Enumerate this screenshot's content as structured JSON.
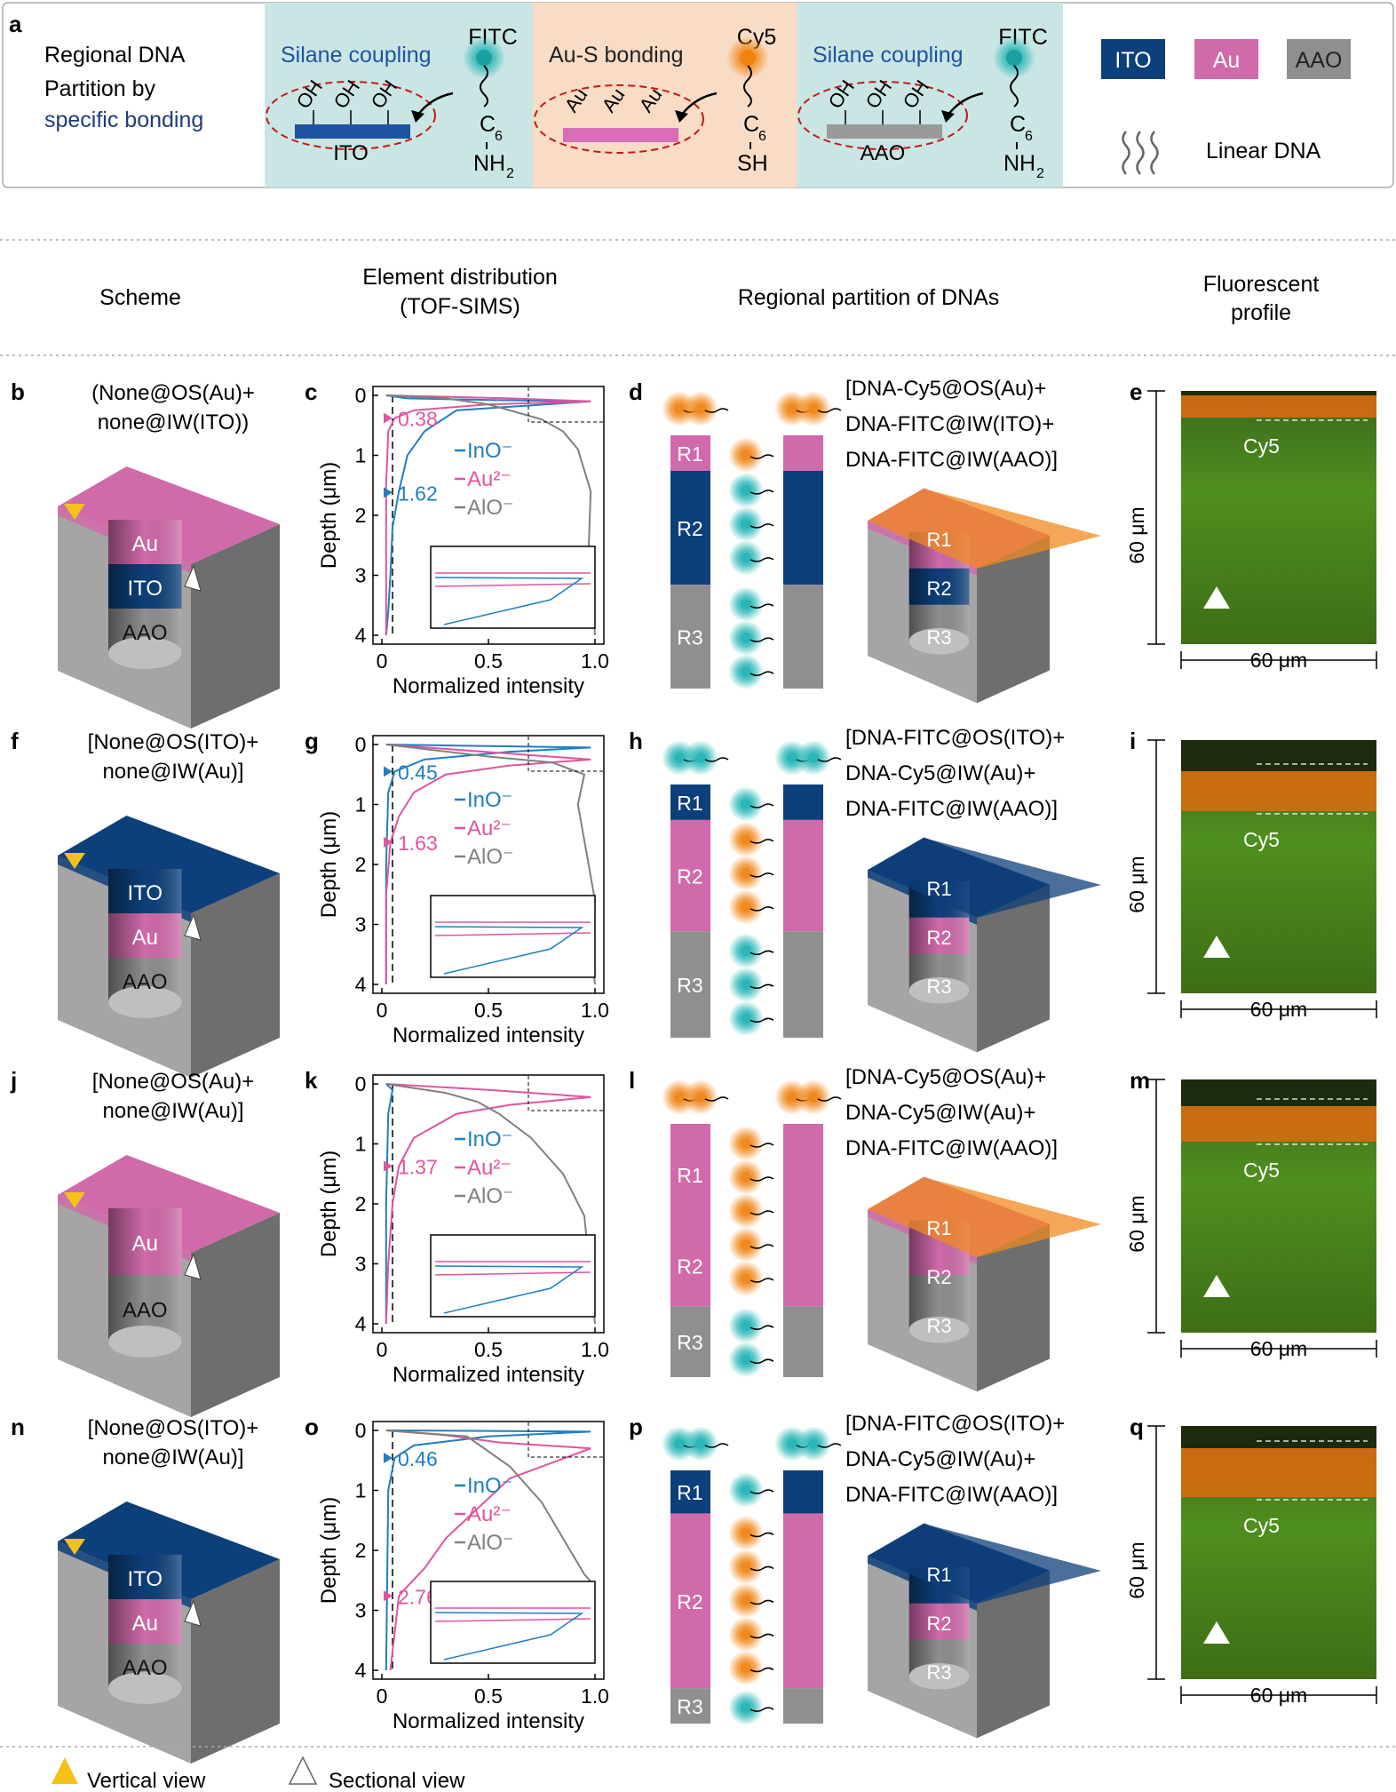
{
  "panel_a": {
    "label": "a",
    "intro": [
      "Regional DNA",
      "Partition by",
      "specific bonding"
    ],
    "sections": [
      {
        "title": "Silane coupling",
        "dye": "FITC",
        "groups": [
          "OH",
          "OH",
          "OH"
        ],
        "substrate": "ITO",
        "linker_c": "C",
        "linker_sub": "6",
        "end": "NH",
        "end_sub": "2",
        "color": "#c9e6e4",
        "bar": "#1e53a0",
        "dye_color": "#1aa0a0"
      },
      {
        "title": "Au-S bonding",
        "dye": "Cy5",
        "groups": [
          "Au",
          "Au",
          "Au"
        ],
        "substrate": "",
        "linker_c": "C",
        "linker_sub": "6",
        "end": "SH",
        "end_sub": "",
        "color": "#f9dcc5",
        "bar": "#d96db7",
        "dye_color": "#f0820e"
      },
      {
        "title": "Silane coupling",
        "dye": "FITC",
        "groups": [
          "OH",
          "OH",
          "OH"
        ],
        "substrate": "AAO",
        "linker_c": "C",
        "linker_sub": "6",
        "end": "NH",
        "end_sub": "2",
        "color": "#c9e6e4",
        "bar": "#999999",
        "dye_color": "#1aa0a0"
      }
    ],
    "legend": {
      "ito": "ITO",
      "au": "Au",
      "aao": "AAO",
      "linear_dna": "Linear DNA"
    }
  },
  "headers": {
    "scheme": "Scheme",
    "element_1": "Element distribution",
    "element_2": "(TOF-SIMS)",
    "regional": "Regional partition of DNAs",
    "fluor_1": "Fluorescent",
    "fluor_2": "profile"
  },
  "colors": {
    "ito": "#0d3f7a",
    "au": "#d06aaa",
    "aao": "#8f8f8f",
    "cy5": "#f08a1e",
    "fitc": "#2bb7b7",
    "ino_line": "#1f7fc0",
    "au_line": "#e0559e",
    "alo_line": "#808080"
  },
  "rows": [
    {
      "scheme_label": "b",
      "scheme_title": [
        "(None@OS(Au)+",
        "none@IW(ITO))"
      ],
      "scheme_layers": [
        "Au",
        "ITO",
        "AAO"
      ],
      "chart_label": "c",
      "chart_data": {
        "type": "line",
        "xlabel": "Normalized intensity",
        "ylabel": "Depth (μm)",
        "xlim": [
          0,
          1.0
        ],
        "ylim": [
          0,
          4
        ],
        "xticks": [
          "0",
          "0.5",
          "1.0"
        ],
        "yticks": [
          "0",
          "1",
          "2",
          "3",
          "4"
        ],
        "series": [
          {
            "name": "InO⁻",
            "x": [
              0.02,
              0.12,
              0.55,
              0.98,
              0.35,
              0.2,
              0.12,
              0.08,
              0.05,
              0.04,
              0.03,
              0.02
            ],
            "y": [
              0,
              0.05,
              0.08,
              0.1,
              0.25,
              0.6,
              1.0,
              1.6,
              2.2,
              3.0,
              3.6,
              4.0
            ]
          },
          {
            "name": "Au²⁻",
            "x": [
              0.02,
              0.6,
              0.98,
              0.5,
              0.15,
              0.06,
              0.03,
              0.02,
              0.02,
              0.02
            ],
            "y": [
              0,
              0.05,
              0.1,
              0.15,
              0.25,
              0.38,
              0.6,
              1.5,
              3.0,
              4.0
            ]
          },
          {
            "name": "AlO⁻",
            "x": [
              0.02,
              0.3,
              0.5,
              0.6,
              0.75,
              0.85,
              0.92,
              0.98,
              0.97,
              1.0
            ],
            "y": [
              0,
              0.05,
              0.15,
              0.25,
              0.4,
              0.6,
              0.9,
              1.6,
              2.6,
              4.0
            ]
          }
        ],
        "annotations": [
          {
            "label": "0.38",
            "series": "Au²⁻",
            "y": 0.38
          },
          {
            "label": "1.62",
            "series": "InO⁻",
            "y": 1.62
          }
        ]
      },
      "dna_label": "d",
      "dna_title": [
        "[DNA-Cy5@OS(Au)+",
        "DNA-FITC@IW(ITO)+",
        "DNA-FITC@IW(AAO)]"
      ],
      "regions": [
        "R1",
        "R2",
        "R3"
      ],
      "fluor_label": "e",
      "fluor_scale": "60 μm",
      "fluor_dye": "Cy5"
    },
    {
      "scheme_label": "f",
      "scheme_title": [
        "[None@OS(ITO)+",
        "none@IW(Au)]"
      ],
      "scheme_layers": [
        "ITO",
        "Au",
        "AAO"
      ],
      "chart_label": "g",
      "chart_data": {
        "type": "line",
        "xlabel": "Normalized intensity",
        "ylabel": "Depth (μm)",
        "xlim": [
          0,
          1.0
        ],
        "ylim": [
          0,
          4
        ],
        "xticks": [
          "0",
          "0.5",
          "1.0"
        ],
        "yticks": [
          "0",
          "1",
          "2",
          "3",
          "4"
        ],
        "series": [
          {
            "name": "InO⁻",
            "x": [
              0.02,
              0.98,
              0.6,
              0.2,
              0.06,
              0.03,
              0.02,
              0.02
            ],
            "y": [
              0,
              0.05,
              0.12,
              0.25,
              0.45,
              0.8,
              2.0,
              4.0
            ]
          },
          {
            "name": "Au²⁻",
            "x": [
              0.02,
              0.4,
              0.98,
              0.6,
              0.3,
              0.15,
              0.08,
              0.04,
              0.02,
              0.02
            ],
            "y": [
              0,
              0.1,
              0.25,
              0.35,
              0.5,
              0.8,
              1.2,
              1.63,
              2.5,
              4.0
            ]
          },
          {
            "name": "AlO⁻",
            "x": [
              0.02,
              0.5,
              0.8,
              0.95,
              0.92,
              0.96,
              1.0,
              0.98,
              1.0
            ],
            "y": [
              0,
              0.2,
              0.3,
              0.5,
              1.0,
              1.8,
              2.6,
              3.4,
              4.0
            ]
          }
        ],
        "annotations": [
          {
            "label": "0.45",
            "series": "InO⁻",
            "y": 0.45
          },
          {
            "label": "1.63",
            "series": "Au²⁻",
            "y": 1.63
          }
        ]
      },
      "dna_label": "h",
      "dna_title": [
        "[DNA-FITC@OS(ITO)+",
        "DNA-Cy5@IW(Au)+",
        "DNA-FITC@IW(AAO)]"
      ],
      "regions": [
        "R1",
        "R2",
        "R3"
      ],
      "fluor_label": "i",
      "fluor_scale": "60 μm",
      "fluor_dye": "Cy5"
    },
    {
      "scheme_label": "j",
      "scheme_title": [
        "[None@OS(Au)+",
        "none@IW(Au)]"
      ],
      "scheme_layers": [
        "Au",
        "AAO"
      ],
      "chart_label": "k",
      "chart_data": {
        "type": "line",
        "xlabel": "Normalized intensity",
        "ylabel": "Depth (μm)",
        "xlim": [
          0,
          1.0
        ],
        "ylim": [
          0,
          4
        ],
        "xticks": [
          "0",
          "0.5",
          "1.0"
        ],
        "yticks": [
          "0",
          "1",
          "2",
          "3",
          "4"
        ],
        "series": [
          {
            "name": "InO⁻",
            "x": [
              0.02,
              0.05,
              0.03,
              0.02,
              0.02
            ],
            "y": [
              0,
              0.1,
              0.5,
              2.0,
              4.0
            ]
          },
          {
            "name": "Au²⁻",
            "x": [
              0.02,
              0.5,
              0.98,
              0.6,
              0.35,
              0.15,
              0.08,
              0.05,
              0.03,
              0.02
            ],
            "y": [
              0,
              0.1,
              0.22,
              0.35,
              0.5,
              0.9,
              1.37,
              2.0,
              3.0,
              4.0
            ]
          },
          {
            "name": "AlO⁻",
            "x": [
              0.02,
              0.3,
              0.45,
              0.55,
              0.7,
              0.85,
              0.95,
              1.0
            ],
            "y": [
              0,
              0.15,
              0.3,
              0.5,
              0.9,
              1.5,
              2.2,
              4.0
            ]
          }
        ],
        "annotations": [
          {
            "label": "1.37",
            "series": "Au²⁻",
            "y": 1.37
          }
        ]
      },
      "dna_label": "l",
      "dna_title": [
        "[DNA-Cy5@OS(Au)+",
        "DNA-Cy5@IW(Au)+",
        "DNA-FITC@IW(AAO)]"
      ],
      "regions": [
        "R1",
        "R2",
        "R3"
      ],
      "fluor_label": "m",
      "fluor_scale": "60 μm",
      "fluor_dye": "Cy5"
    },
    {
      "scheme_label": "n",
      "scheme_title": [
        "[None@OS(ITO)+",
        "none@IW(Au)]"
      ],
      "scheme_layers": [
        "ITO",
        "Au",
        "AAO"
      ],
      "chart_label": "o",
      "chart_data": {
        "type": "line",
        "xlabel": "Normalized intensity",
        "ylabel": "Depth (μm)",
        "xlim": [
          0,
          1.0
        ],
        "ylim": [
          0,
          4
        ],
        "xticks": [
          "0",
          "0.5",
          "1.0"
        ],
        "yticks": [
          "0",
          "1",
          "2",
          "3",
          "4"
        ],
        "series": [
          {
            "name": "InO⁻",
            "x": [
              0.02,
              0.98,
              0.5,
              0.15,
              0.06,
              0.03,
              0.02
            ],
            "y": [
              0,
              0.02,
              0.1,
              0.25,
              0.46,
              1.0,
              4.0
            ]
          },
          {
            "name": "Au²⁻",
            "x": [
              0.02,
              0.3,
              0.55,
              0.98,
              0.6,
              0.45,
              0.3,
              0.2,
              0.12,
              0.08,
              0.04
            ],
            "y": [
              0,
              0.08,
              0.2,
              0.3,
              0.8,
              1.3,
              1.8,
              2.3,
              2.6,
              2.76,
              4.0
            ]
          },
          {
            "name": "AlO⁻",
            "x": [
              0.02,
              0.4,
              0.6,
              0.75,
              0.85,
              0.95,
              1.0
            ],
            "y": [
              0,
              0.1,
              0.6,
              1.2,
              1.8,
              2.4,
              2.6
            ]
          }
        ],
        "annotations": [
          {
            "label": "0.46",
            "series": "InO⁻",
            "y": 0.46
          },
          {
            "label": "2.76",
            "series": "Au²⁻",
            "y": 2.76
          }
        ]
      },
      "dna_label": "p",
      "dna_title": [
        "[DNA-FITC@OS(ITO)+",
        "DNA-Cy5@IW(Au)+",
        "DNA-FITC@IW(AAO)]"
      ],
      "regions": [
        "R1",
        "R2",
        "R3"
      ],
      "fluor_label": "q",
      "fluor_scale": "60 μm",
      "fluor_dye": "Cy5"
    }
  ],
  "footer": {
    "vertical": "Vertical view",
    "sectional": "Sectional view"
  }
}
